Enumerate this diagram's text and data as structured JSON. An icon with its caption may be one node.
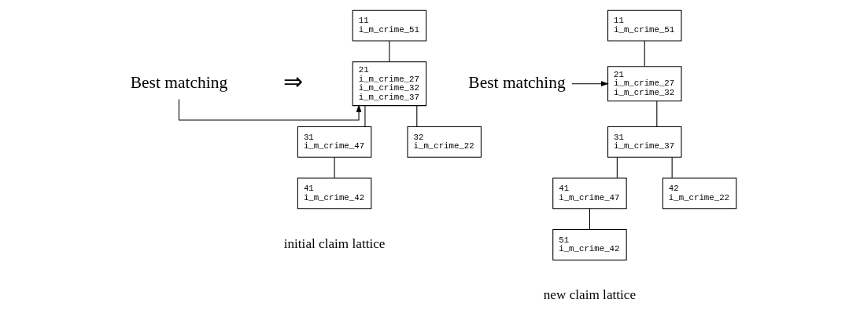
{
  "diagram": {
    "nodes": [
      {
        "text": [
          "11",
          "i_m_crime_51"
        ]
      },
      {
        "text": [
          "21",
          "i_m_crime_27",
          "i_m_crime_32",
          "i_m_crime_37"
        ]
      },
      {
        "text": [
          "31",
          "i_m_crime_47"
        ]
      },
      {
        "text": [
          "32",
          "i_m_crime_22"
        ]
      },
      {
        "text": [
          "41",
          "i_m_crime_42"
        ]
      },
      {
        "text": [
          "Best matching"
        ]
      },
      {
        "text": [
          "11",
          "i_m_crime_51"
        ]
      },
      {
        "text": [
          "21",
          "i_m_crime_27",
          "i_m_crime_32"
        ]
      },
      {
        "text": [
          "31",
          "i_m_crime_37"
        ]
      },
      {
        "text": [
          "41",
          "i_m_crime_47"
        ]
      },
      {
        "text": [
          "42",
          "i_m_crime_22"
        ]
      },
      {
        "text": [
          "51",
          "i_m_crime_42"
        ]
      },
      {
        "text": [
          "Best matching"
        ]
      }
    ],
    "edges": [
      {
        "from": 0,
        "to": 1,
        "arrow": "none"
      },
      {
        "from": 1,
        "to": 2,
        "arrow": "none"
      },
      {
        "from": 1,
        "to": 3,
        "arrow": "none"
      },
      {
        "from": 2,
        "to": 4,
        "arrow": "none"
      },
      {
        "from": 5,
        "to": 1,
        "arrow": "to"
      },
      {
        "from": 6,
        "to": 7,
        "arrow": "none"
      },
      {
        "from": 7,
        "to": 8,
        "arrow": "none"
      },
      {
        "from": 8,
        "to": 9,
        "arrow": "none"
      },
      {
        "from": 8,
        "to": 10,
        "arrow": "none"
      },
      {
        "from": 9,
        "to": 11,
        "arrow": "none"
      },
      {
        "from": 12,
        "to": 7,
        "arrow": "to"
      }
    ],
    "labels": [
      "initial claim lattice",
      "⇒",
      "new claim lattice"
    ]
  }
}
